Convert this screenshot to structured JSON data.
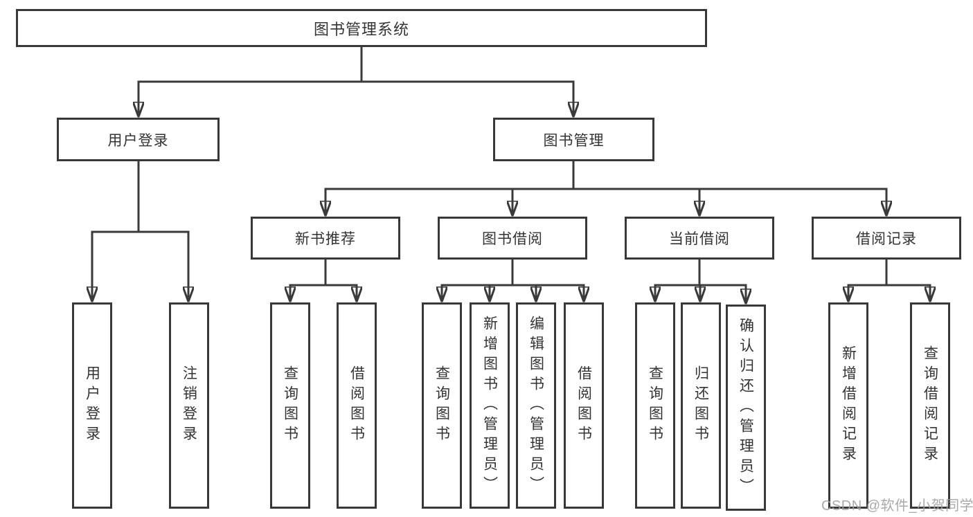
{
  "watermark": "CSDN @软件_小贺同学",
  "colors": {
    "line": "#3a3a3a",
    "border": "#383838",
    "text": "#333333",
    "watermark": "#a0a0a0",
    "background": "#ffffff"
  },
  "tree": {
    "root": {
      "label": "图书管理系统",
      "children": [
        {
          "label": "用户登录",
          "children": [
            {
              "label": "用户登录"
            },
            {
              "label": "注销登录"
            }
          ]
        },
        {
          "label": "图书管理",
          "children": [
            {
              "label": "新书推荐",
              "children": [
                {
                  "label": "查询图书"
                },
                {
                  "label": "借阅图书"
                }
              ]
            },
            {
              "label": "图书借阅",
              "children": [
                {
                  "label": "查询图书"
                },
                {
                  "label": "新增图书（管理员）"
                },
                {
                  "label": "编辑图书（管理员）"
                },
                {
                  "label": "借阅图书"
                }
              ]
            },
            {
              "label": "当前借阅",
              "children": [
                {
                  "label": "查询图书"
                },
                {
                  "label": "归还图书"
                },
                {
                  "label": "确认归还（管理员）"
                }
              ]
            },
            {
              "label": "借阅记录",
              "children": [
                {
                  "label": "新增借阅记录"
                },
                {
                  "label": "查询借阅记录"
                }
              ]
            }
          ]
        }
      ]
    }
  }
}
